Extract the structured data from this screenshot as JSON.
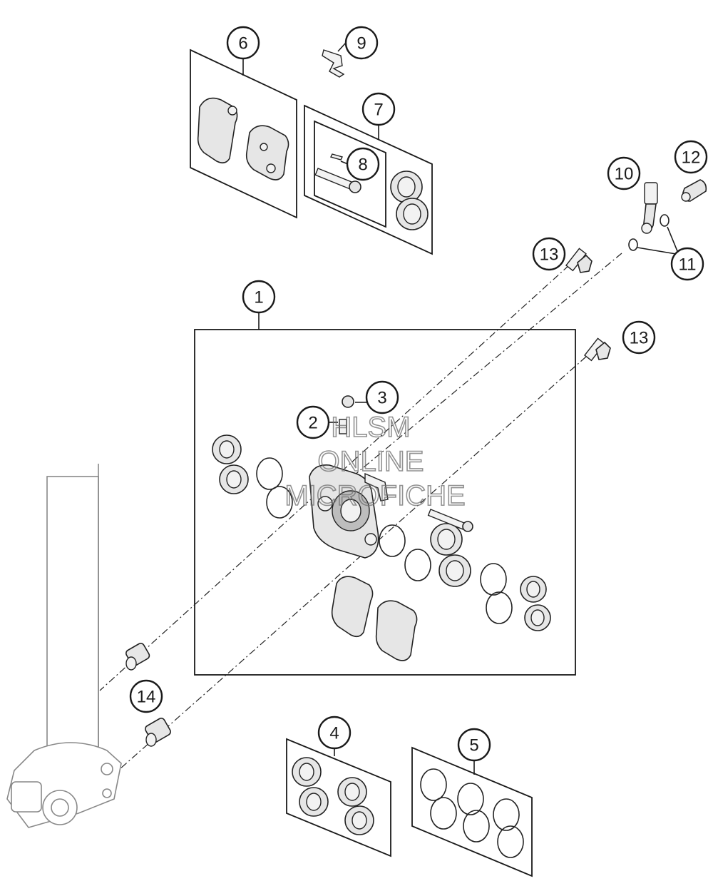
{
  "callouts": [
    {
      "id": "1",
      "label": "1"
    },
    {
      "id": "2",
      "label": "2"
    },
    {
      "id": "3",
      "label": "3"
    },
    {
      "id": "4",
      "label": "4"
    },
    {
      "id": "5",
      "label": "5"
    },
    {
      "id": "6",
      "label": "6"
    },
    {
      "id": "7",
      "label": "7"
    },
    {
      "id": "8",
      "label": "8"
    },
    {
      "id": "9",
      "label": "9"
    },
    {
      "id": "10",
      "label": "10"
    },
    {
      "id": "11",
      "label": "11"
    },
    {
      "id": "12",
      "label": "12"
    },
    {
      "id": "13a",
      "label": "13"
    },
    {
      "id": "13b",
      "label": "13"
    },
    {
      "id": "14",
      "label": "14"
    }
  ],
  "watermark": {
    "line1": "HLSM",
    "line2": "ONLINE",
    "line3": "MICROFICHE"
  }
}
